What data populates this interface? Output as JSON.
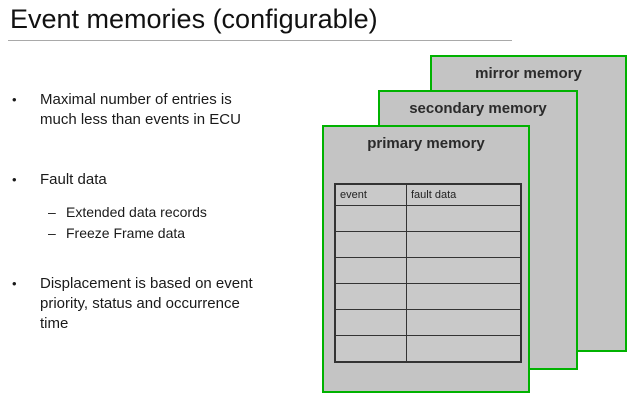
{
  "title": "Event memories (configurable)",
  "markers": {
    "bullet": "•",
    "dash": "–"
  },
  "bullets": [
    {
      "level": 1,
      "text": "Maximal number of entries is much less than events in ECU"
    },
    {
      "level": 1,
      "text": "Fault data"
    },
    {
      "level": 2,
      "text": "Extended data records"
    },
    {
      "level": 2,
      "text": "Freeze Frame data"
    },
    {
      "level": 1,
      "text": "Displacement is based on event priority, status and occurrence time"
    }
  ],
  "memories": {
    "mirror": {
      "label": "mirror memory"
    },
    "secondary": {
      "label": "secondary memory"
    },
    "primary": {
      "label": "primary memory"
    }
  },
  "table": {
    "headers": [
      "event",
      "fault data"
    ],
    "empty_rows": 6
  },
  "colors": {
    "box_fill": "#c4c4c4",
    "box_border": "#00b200",
    "table_border": "#333333",
    "divider": "#a9a9a9"
  }
}
